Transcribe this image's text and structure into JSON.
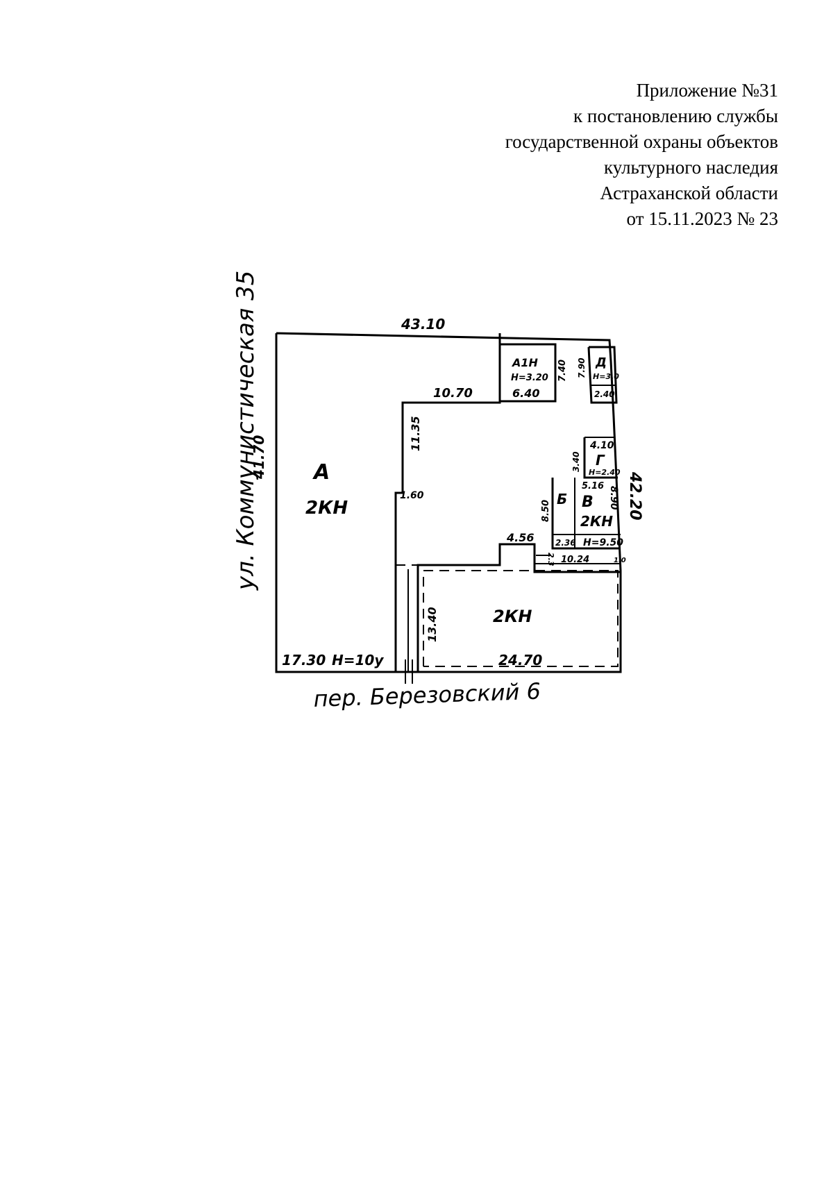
{
  "header": {
    "lines": [
      "Приложение №31",
      "к постановлению службы",
      "государственной охраны объектов",
      "культурного наследия",
      "Астраханской области",
      "от 15.11.2023 № 23"
    ]
  },
  "plan": {
    "street_left": "ул. Коммунистическая 35",
    "street_bottom": "пер. Березовский 6",
    "dimensions": {
      "top": "43.10",
      "left": "41.70",
      "right": "42.20",
      "inner_top": "10.70",
      "inner_vertical": "11.35",
      "step": "1.60",
      "bottom_left": "17.30",
      "bottom_left_h": "Н=10у",
      "bottom_right": "24.70",
      "lower_height": "13.40",
      "notch": "4.56",
      "small_top_w": "6.40",
      "small_top_h": "7.40",
      "small_top_height": "Н=3.20",
      "d_side": "7.90",
      "d_height": "Н=3.0",
      "d_bottom": "2.40",
      "g_top": "4.10",
      "g_side": "3.40",
      "g_height": "Н=2.40",
      "v_top": "5.16",
      "v_side": "8.90",
      "v_height": "Н=9.50",
      "b_side": "8.50",
      "b_bottom": "2.36",
      "corridor": "10.24",
      "corridor_h": "2.3",
      "corridor_right": "1.0"
    },
    "labels": {
      "a_letter": "А",
      "a_material": "2КН",
      "a1_label": "А1Н",
      "d_letter": "Д",
      "g_letter": "Г",
      "b_letter": "Б",
      "v_letter": "В",
      "v_material": "2КН",
      "lower_material": "2КН"
    }
  }
}
